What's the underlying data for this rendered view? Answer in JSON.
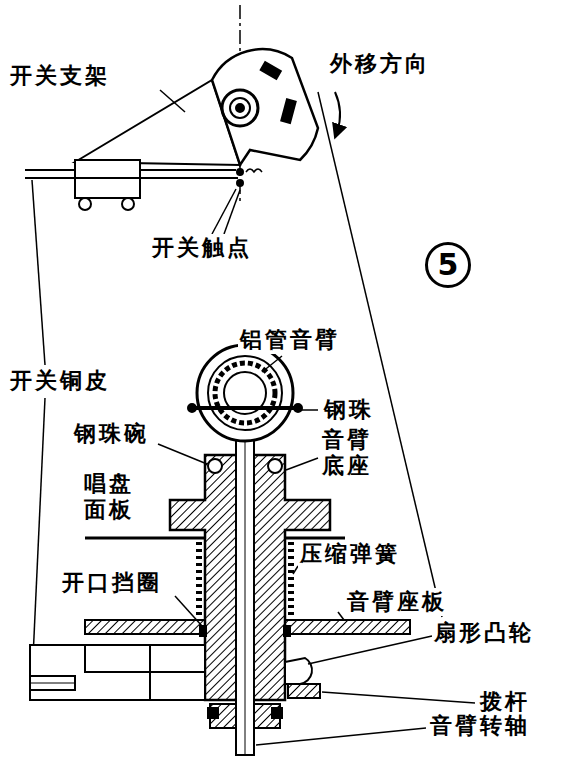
{
  "diagram": {
    "labels": [
      "开关支架",
      "外移方向",
      "开关触点",
      "5",
      "铝管音臂",
      "开关铜皮",
      "钢珠",
      "钢珠碗",
      "音臂底座",
      "唱盘面板",
      "压缩弹簧",
      "开口挡圈",
      "音臂座板",
      "扇形凸轮",
      "拨杆",
      "音臂转轴"
    ]
  }
}
